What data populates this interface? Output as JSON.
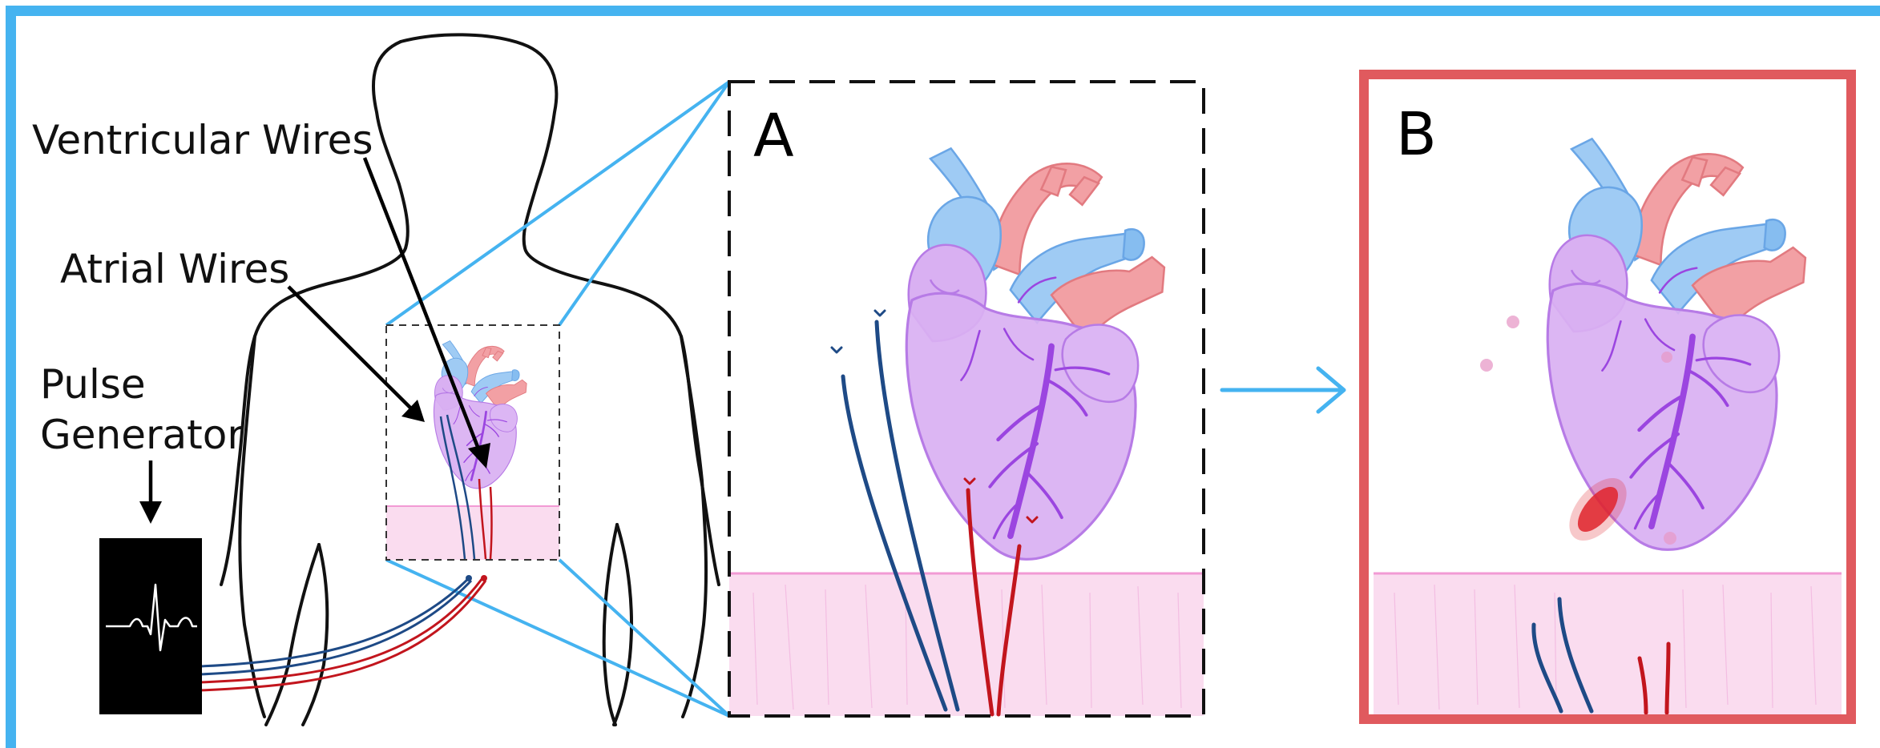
{
  "labels": {
    "ventricular_wires": "Ventricular Wires",
    "atrial_wires": "Atrial Wires",
    "pulse_generator_line1": "Pulse",
    "pulse_generator_line2": "Generator",
    "panel_a": "A",
    "panel_b": "B"
  },
  "colors": {
    "frame_blue": "#45b3f0",
    "panel_b_border": "#e05a5e",
    "heart_purple": "#d9b0f2",
    "heart_purple_stroke": "#b77be6",
    "atrium_blue": "#9fcbf4",
    "aorta_pink": "#f2a0a4",
    "tissue_pink": "#fadcef",
    "tissue_line": "#f29ad4",
    "vessel_purple": "#9b45e0",
    "atrial_wire_navy": "#1e4a86",
    "ventricular_wire_red": "#c2151d",
    "infarct_red": "#e0242b",
    "generator_black": "#000000"
  },
  "icons": {
    "generator_trace": "ecg-waveform-icon",
    "transition_arrow": "right-arrow-icon"
  }
}
